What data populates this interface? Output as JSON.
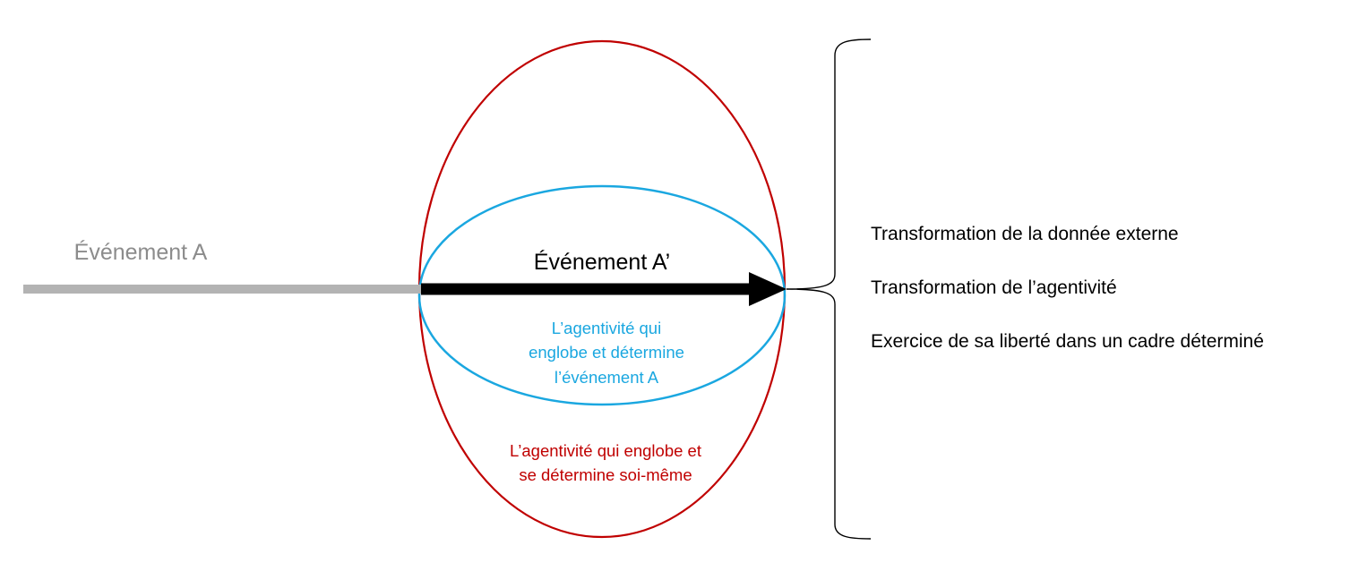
{
  "event_a": {
    "label": "Événement A",
    "color": "#8c8c8c",
    "line_color": "#b3b3b3"
  },
  "event_a_prime": {
    "label": "Événement A’",
    "color": "#000000"
  },
  "inner_ellipse": {
    "color": "#1aa7e0",
    "lines": [
      "L’agentivité qui",
      "englobe et détermine",
      "l’événement A"
    ]
  },
  "outer_ellipse": {
    "color": "#c00000",
    "lines": [
      "L’agentivité qui englobe et",
      "se détermine soi-même"
    ]
  },
  "consequences": {
    "items": [
      "Transformation de la donnée externe",
      "Transformation de l’agentivité",
      "Exercice de sa liberté dans un cadre déterminé"
    ]
  }
}
